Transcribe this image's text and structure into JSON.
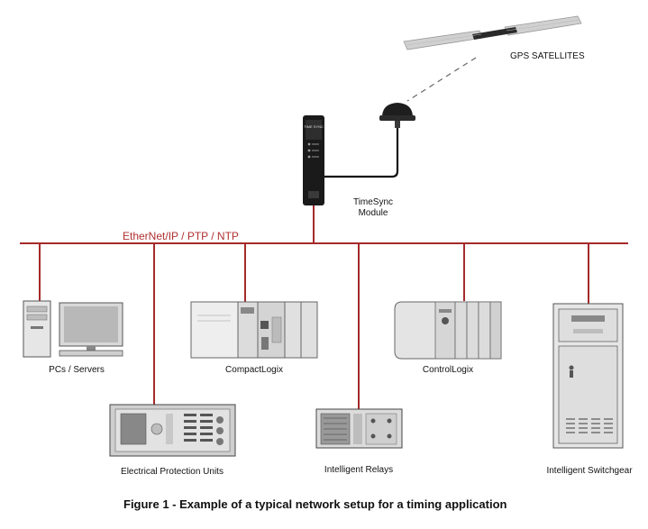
{
  "diagram": {
    "network_label": "EtherNet/IP /  PTP / NTP",
    "gps_label": "GPS SATELLITES",
    "module_label_line1": "TimeSync",
    "module_label_line2": "Module",
    "devices": {
      "pcs": "PCs / Servers",
      "compactlogix": "CompactLogix",
      "controllogix": "ControlLogix",
      "protection": "Electrical Protection Units",
      "relays": "Intelligent Relays",
      "switchgear": "Intelligent Switchgear"
    },
    "module_screen_text": "TIME SYNC",
    "caption": "Figure 1 - Example of a typical network setup for a timing application"
  },
  "colors": {
    "network_line": "#a52a2a",
    "device_outline": "#555555",
    "device_fill": "#e6e6e6"
  }
}
